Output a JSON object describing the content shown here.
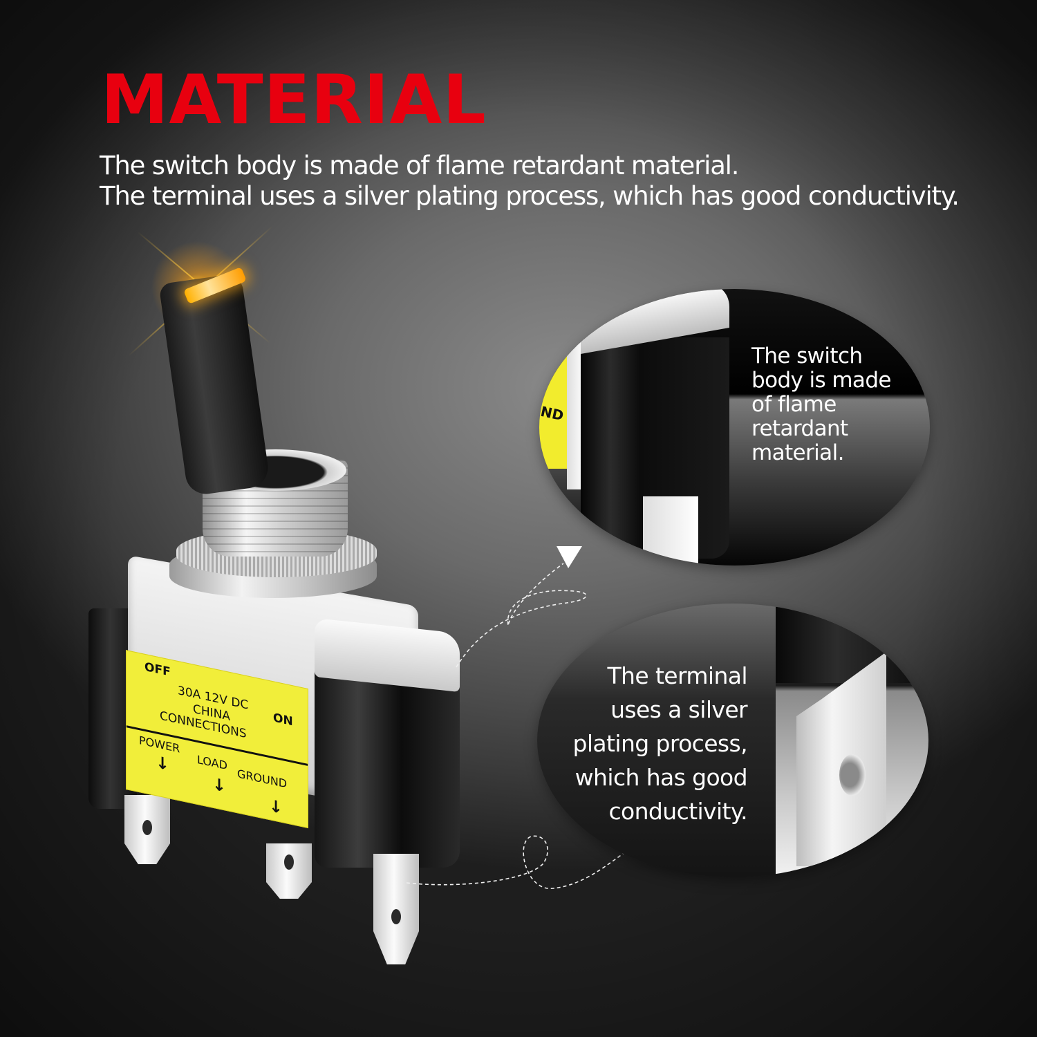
{
  "header": {
    "title": "MATERIAL",
    "subtitle_lines": [
      "The switch body is made of flame retardant material.",
      "The terminal uses a silver plating process, which has good conductivity."
    ]
  },
  "product_label": {
    "off": "OFF",
    "rating": "30A  12V DC",
    "on": "ON",
    "origin": "CHINA",
    "connections": "CONNECTIONS",
    "terminals": [
      "POWER",
      "LOAD",
      "GROUND"
    ],
    "arrow": "↓"
  },
  "callouts": [
    {
      "lines": [
        "The switch",
        "body is made",
        "of flame",
        "retardant",
        "material."
      ],
      "partial_label": "ND"
    },
    {
      "lines": [
        "The terminal",
        "uses a silver",
        "plating process,",
        "which has good",
        "conductivity."
      ]
    }
  ],
  "colors": {
    "title_red": "#e8000f",
    "label_yellow": "#f1ee3a",
    "glow_amber": "#ffb000",
    "text_white": "#ffffff"
  }
}
